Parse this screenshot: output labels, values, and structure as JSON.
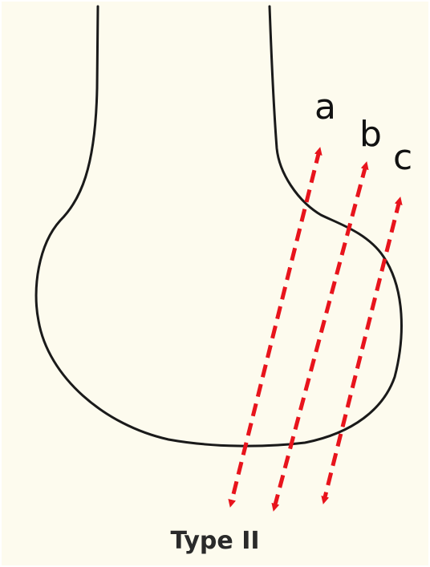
{
  "diagram": {
    "title": "Type II",
    "labels": [
      "a",
      "b",
      "c"
    ]
  },
  "colors": {
    "background": "#fdfbee",
    "outline": "#1a1a1a",
    "arrow": "#e8141c",
    "text": "#111111"
  }
}
